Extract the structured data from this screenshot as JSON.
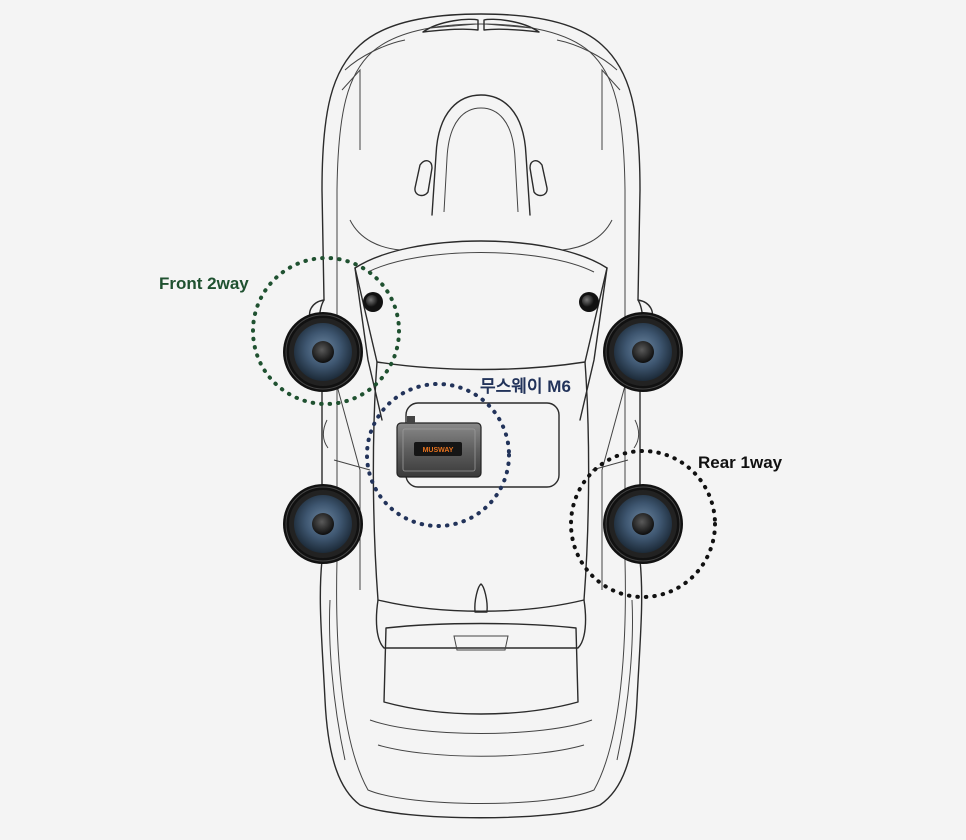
{
  "labels": {
    "front": "Front 2way",
    "amp": "무스웨이 M6",
    "rear": "Rear 1way"
  },
  "amp_brand": "MUSWAY",
  "colors": {
    "background": "#f4f4f4",
    "front_group": "#1f5130",
    "amp_group": "#22335a",
    "rear_group": "#111111",
    "speaker_cone": "#3e5670",
    "amp_accent": "#e8731e"
  },
  "icons": {
    "speaker": "speaker-woofer-icon",
    "tweeter": "tweeter-icon",
    "amplifier": "dsp-amplifier-icon"
  }
}
